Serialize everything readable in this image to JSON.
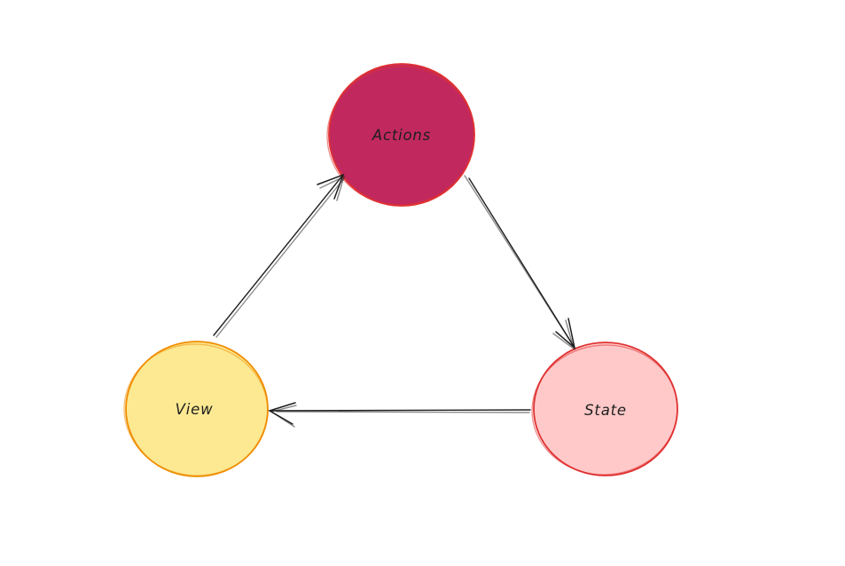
{
  "canvas": {
    "background": "#ffffff",
    "ink": "#1e1e1e"
  },
  "diagram": {
    "nodes": [
      {
        "id": "actions",
        "label": "Actions",
        "shape": "circle",
        "fill": "#c1295e",
        "stroke": "#e03131",
        "label_color": "#1e1e1e"
      },
      {
        "id": "view",
        "label": "View",
        "shape": "circle",
        "fill": "#fce992",
        "stroke": "#f08c00",
        "label_color": "#1e1e1e"
      },
      {
        "id": "state",
        "label": "State",
        "shape": "circle",
        "fill": "#ffc9c9",
        "stroke": "#e03131",
        "label_color": "#1e1e1e"
      }
    ],
    "edges": [
      {
        "id": "view-to-actions",
        "from": "view",
        "to": "actions",
        "style": "arrow",
        "color": "#1e1e1e"
      },
      {
        "id": "actions-to-state",
        "from": "actions",
        "to": "state",
        "style": "arrow",
        "color": "#1e1e1e"
      },
      {
        "id": "state-to-view",
        "from": "state",
        "to": "view",
        "style": "arrow",
        "color": "#1e1e1e"
      }
    ]
  }
}
